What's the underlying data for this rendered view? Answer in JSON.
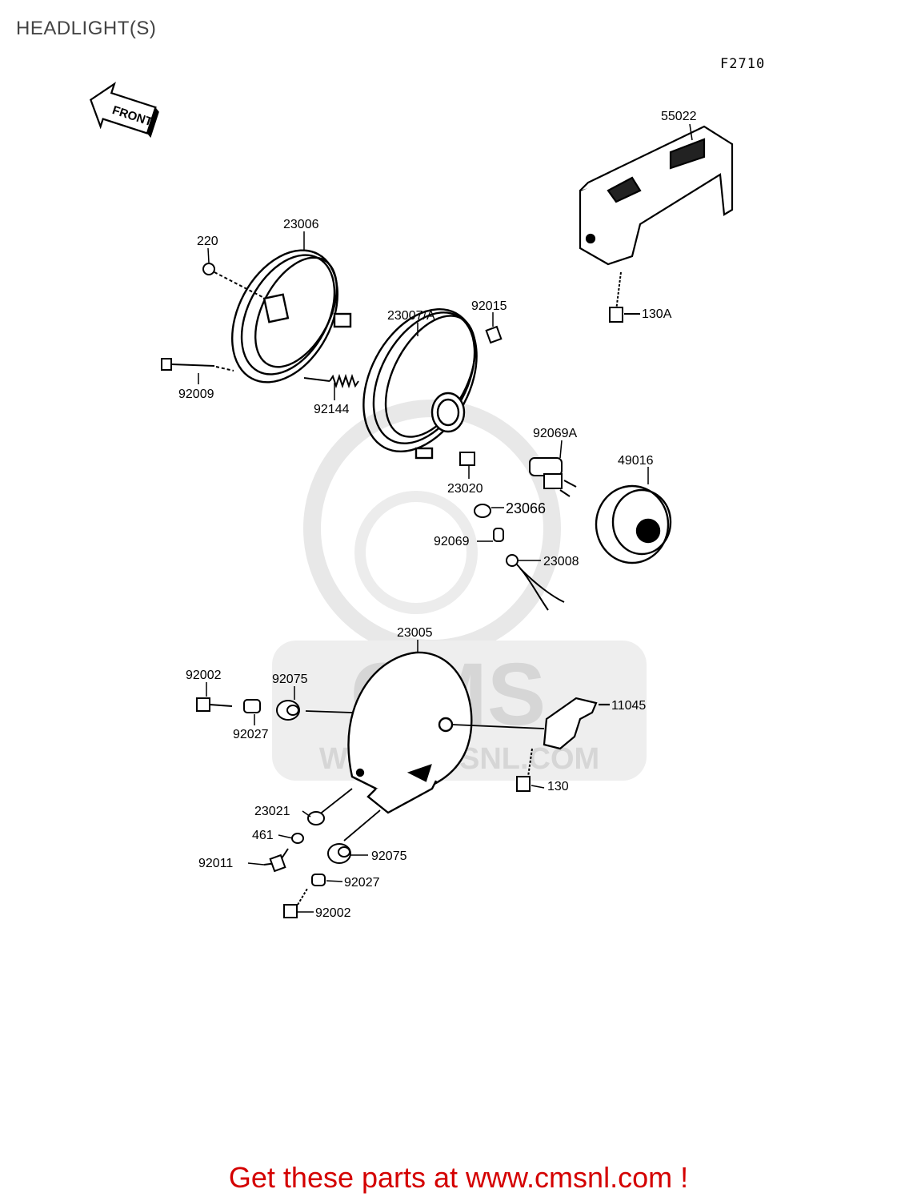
{
  "page_title": "HEADLIGHT(S)",
  "figure_code": "F2710",
  "front_arrow_label": "FRONT",
  "watermark": {
    "brand": "CMS",
    "url": "WWW.CMSNL.COM",
    "color": "#e6e6e6"
  },
  "part_labels": [
    "55022",
    "23006",
    "220",
    "23007/A",
    "92015",
    "130A",
    "92009",
    "92144",
    "92069A",
    "49016",
    "23020",
    "23066",
    "92069",
    "23008",
    "23005",
    "92002",
    "92075",
    "11045",
    "92027",
    "130",
    "23021",
    "461",
    "92075",
    "92011",
    "92027",
    "92002"
  ],
  "footer_link": "Get these parts at www.cmsnl.com !",
  "colors": {
    "footer": "#d40000",
    "title": "#444444",
    "line": "#000000"
  }
}
